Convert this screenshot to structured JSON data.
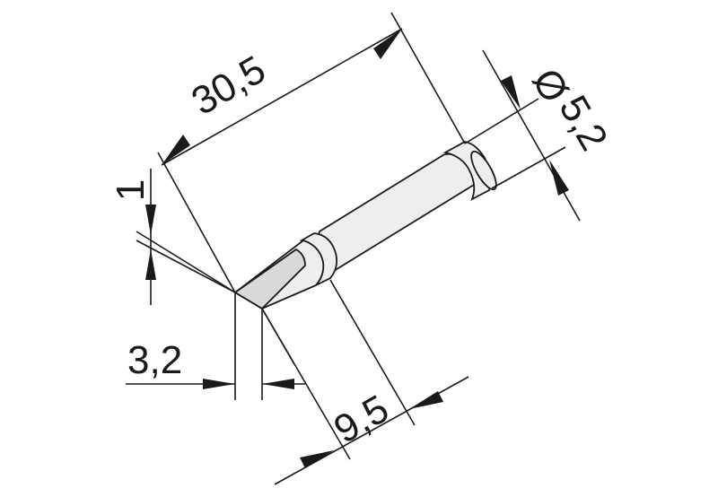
{
  "drawing": {
    "dimensions": {
      "total_length": "30,5",
      "diameter_symbol": "Ø",
      "diameter": "5,2",
      "tip_thickness": "1",
      "tip_width": "3,2",
      "taper_length": "9,5"
    }
  }
}
